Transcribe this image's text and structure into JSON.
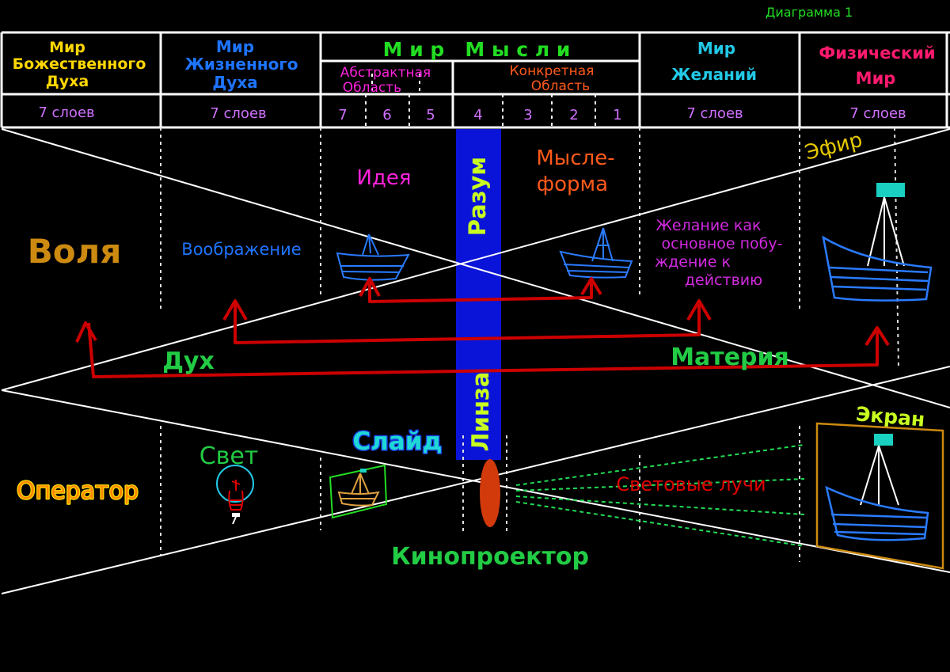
{
  "diagram_title": "Диаграмма 1",
  "colors": {
    "background": "#000000",
    "grid": "#ffffff",
    "divine": "#ffd700",
    "life": "#1e74ff",
    "mind": "#22dd22",
    "abstract": "#ff22dd",
    "concrete": "#ff5a1a",
    "desire": "#22c8e6",
    "physical": "#ff1a6e",
    "layers": "#d070ff",
    "arrow": "#cc0000",
    "lens_bar": "#0a14d8",
    "yellow_green": "#c8ff20",
    "spirit_green": "#22cc44",
    "ship": "#2a7bff",
    "ship_gold": "#e0a040",
    "gold": "#cc8a10",
    "cyan": "#1ad0c0"
  },
  "header": {
    "divine_world": {
      "line1": "Мир",
      "line2": "Божественного",
      "line3": "Духа",
      "layers": "7 слоев"
    },
    "life_world": {
      "line1": "Мир",
      "line2": "Жизненного",
      "line3": "Духа",
      "layers": "7 слоев"
    },
    "mind_world": {
      "title": "М и р   М ы с л и",
      "abstract_line1": "Абстрактная",
      "abstract_line2": "Область",
      "concrete_line1": "Конкретная",
      "concrete_line2": "Область",
      "layers": [
        "7",
        "6",
        "5",
        "4",
        "3",
        "2",
        "1"
      ]
    },
    "desire_world": {
      "line1": "Мир",
      "line2": "Желаний",
      "layers": "7 слоев"
    },
    "physical_world": {
      "line1": "Физический",
      "line2": "Мир",
      "layers": "7 слоев"
    }
  },
  "labels": {
    "will": "Воля",
    "imagination": "Воображение",
    "idea": "Идея",
    "reason": "Разум",
    "thought_form_line1": "Мысле-",
    "thought_form_line2": "форма",
    "desire_line1": "Желание как",
    "desire_line2": "основное побу-",
    "desire_line3": "ждение к",
    "desire_line4": "действию",
    "ether": "Эфир",
    "spirit": "Дух",
    "matter": "Материя",
    "lens": "Линза",
    "operator": "Оператор",
    "light": "Свет",
    "slide": "Слайд",
    "light_rays": "Световые лучи",
    "screen": "Экран",
    "projector": "Кинопроектор"
  }
}
